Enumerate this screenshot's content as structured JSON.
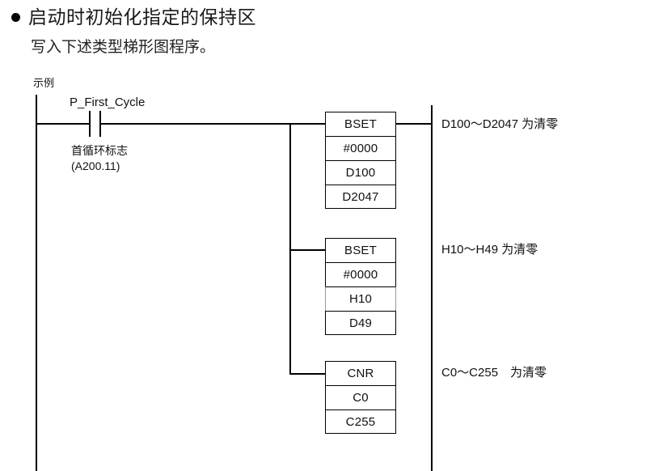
{
  "page": {
    "heading": "启动时初始化指定的保持区",
    "subheading": "写入下述类型梯形图程序。",
    "example_label": "示例"
  },
  "ladder": {
    "contact": {
      "name": "P_First_Cycle",
      "description": "首循环标志",
      "address": "(A200.11)",
      "type": "normally-open-contact"
    },
    "blocks": [
      {
        "id": "block-bset-d",
        "rows": [
          {
            "text": "BSET",
            "grayed": false
          },
          {
            "text": "#0000",
            "grayed": false
          },
          {
            "text": "D100",
            "grayed": false
          },
          {
            "text": "D2047",
            "grayed": false
          }
        ],
        "annotation": "D100～D2047 为清零"
      },
      {
        "id": "block-bset-h",
        "rows": [
          {
            "text": "BSET",
            "grayed": false
          },
          {
            "text": "#0000",
            "grayed": false
          },
          {
            "text": "H10",
            "grayed": true
          },
          {
            "text": "D49",
            "grayed": false
          }
        ],
        "annotation": "H10～H49 为清零"
      },
      {
        "id": "block-cnr",
        "rows": [
          {
            "text": "CNR",
            "grayed": false
          },
          {
            "text": "C0",
            "grayed": false
          },
          {
            "text": "C255",
            "grayed": false
          }
        ],
        "annotation": "C0～C255　为清零"
      }
    ]
  },
  "colors": {
    "line": "#000000",
    "text": "#111111",
    "grayed_border": "#999999",
    "background": "#ffffff"
  }
}
